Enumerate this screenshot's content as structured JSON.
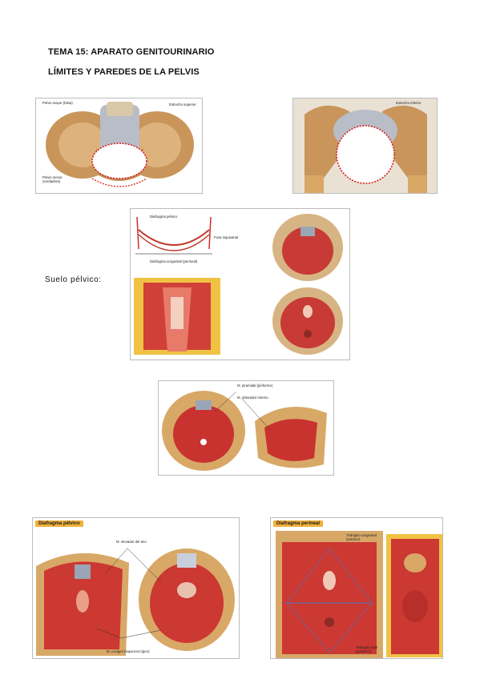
{
  "header": {
    "title": "TEMA 15: APARATO GENITOURINARIO",
    "subtitle": "LÍMITES Y PAREDES DE LA PELVIS"
  },
  "pelvis_front": {
    "labels": {
      "major": "Pelvis mayor (falsa)",
      "upper_strait": "Estrecho superior",
      "minor_1": "Pelvis menor",
      "minor_2": "(verdadera)"
    }
  },
  "pelvis_inferior": {
    "labels": {
      "lower_strait": "Estrecho inferior"
    }
  },
  "suelo": {
    "heading": "Suelo pélvico:",
    "labels": {
      "diaphragm": "Diafragma pélvico",
      "fossa": "Fosa isquioanal",
      "urogenital": "Diafragma urogenital (perineal)"
    }
  },
  "muscles": {
    "labels": {
      "piriform": "M. piramidal (piriforme)",
      "obturator": "M. obturador interno"
    }
  },
  "diafragma_pelvico": {
    "badge": "Diafragma pélvico",
    "labels": {
      "levator": "M. elevador del ano",
      "coccygeus": "M. coxígeo (isquiococcígeo)"
    }
  },
  "diafragma_perineal": {
    "badge": "Diafragma perineal",
    "labels": {
      "urogenital_1": "Triángulo urogenital",
      "urogenital_2": "(anterior)",
      "anal_1": "Triángulo anal",
      "anal_2": "(posterior)"
    }
  }
}
